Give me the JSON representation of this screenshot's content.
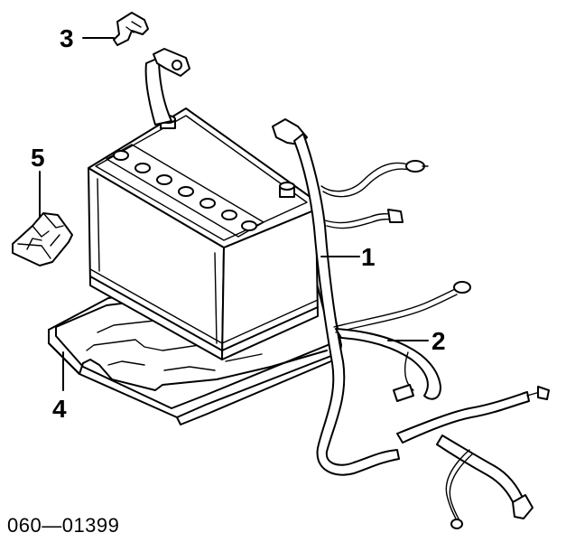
{
  "callouts": [
    {
      "id": "1",
      "label": "1"
    },
    {
      "id": "2",
      "label": "2"
    },
    {
      "id": "3",
      "label": "3"
    },
    {
      "id": "4",
      "label": "4"
    },
    {
      "id": "5",
      "label": "5"
    }
  ],
  "part_code": "060—01399"
}
